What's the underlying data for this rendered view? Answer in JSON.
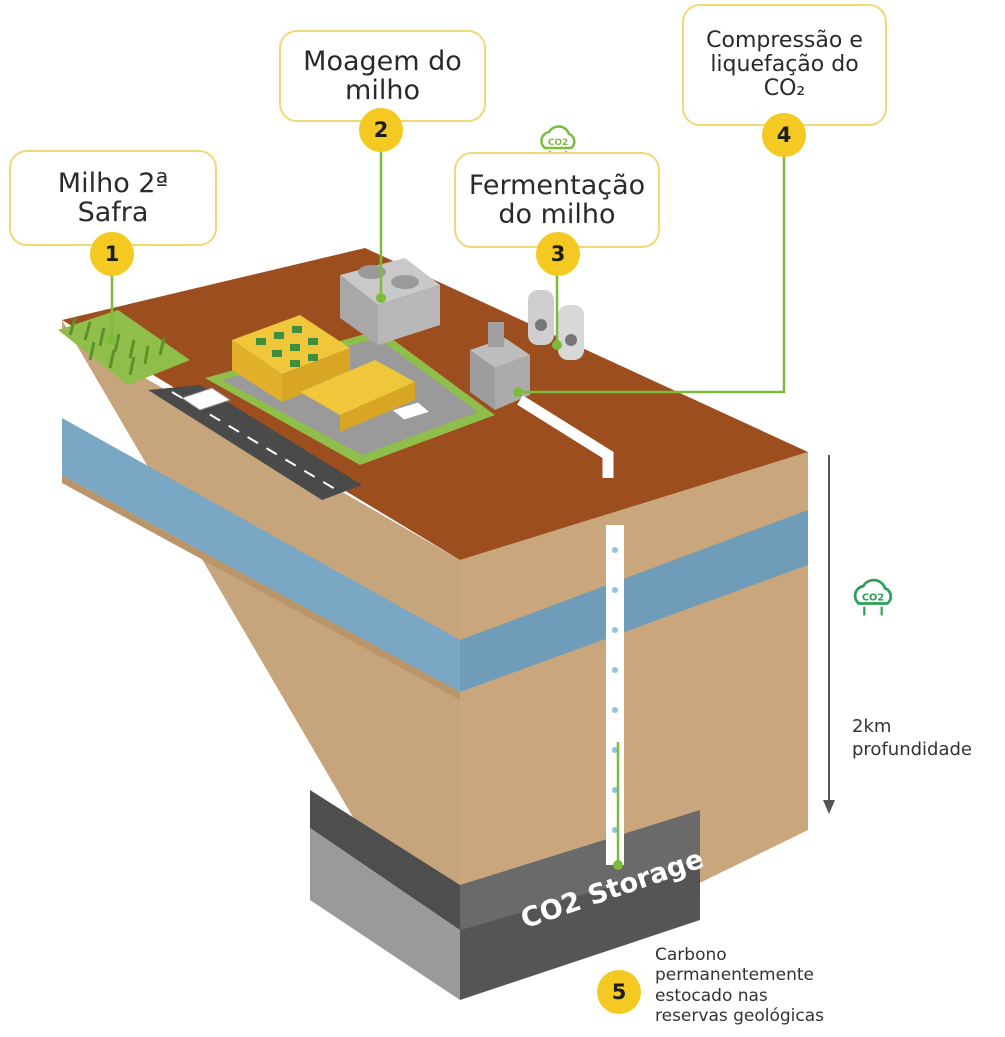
{
  "steps": [
    {
      "number": "1",
      "label": "Milho 2ª\nSafra"
    },
    {
      "number": "2",
      "label": "Moagem do\nmilho"
    },
    {
      "number": "3",
      "label": "Fermentação\ndo milho"
    },
    {
      "number": "4",
      "label": "Compressão e\nliquefação do\nCO₂"
    },
    {
      "number": "5",
      "label": "Carbono\npermanentemente\nestocado nas\nreservas geológicas"
    }
  ],
  "storage_label": "CO2 Storage",
  "depth_label": "2km\nprofundidade",
  "co2_icon_text": "CO2",
  "colors": {
    "accent_green": "#7dbb3b",
    "badge_yellow": "#f4c922",
    "callout_border": "#f0d874",
    "soil_top": "#9c4e1f",
    "soil_layer": "#c9a67c",
    "water_layer": "#7aa7c4",
    "storage_gray": "#5a5a5a"
  },
  "icons": [
    "co2-cloud-icon",
    "depth-arrow-icon",
    "corn-field-icon",
    "factory-icon",
    "truck-icon",
    "tank-icon"
  ]
}
